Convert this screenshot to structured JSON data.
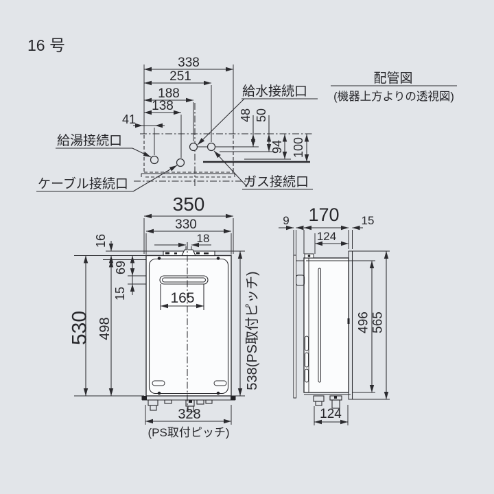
{
  "header": {
    "model": "16 号"
  },
  "piping": {
    "title": "配管図",
    "subtitle": "(機器上方よりの透視図)",
    "labels": {
      "water_supply": "給水接続口",
      "hot_water": "給湯接続口",
      "cable": "ケーブル接続口",
      "gas": "ガス接続口"
    },
    "dims": {
      "overall_width": "338",
      "gas_offset": "251",
      "water_offset": "188",
      "cable_offset": "138",
      "hot_water_offset": "41",
      "water_depth": "48",
      "gas_depth": "50",
      "hot_water_depth": "94",
      "cable_depth": "100"
    }
  },
  "front_view": {
    "dims": {
      "overall_width": "350",
      "body_width": "330",
      "exhaust_offset": "18",
      "bracket_height": "16",
      "louver_top": "69",
      "louver_height": "15",
      "louver_width": "165",
      "overall_height": "530",
      "panel_height": "498",
      "ps_pitch_height": "538(PS取付ピッチ)",
      "mount_pitch_width": "328"
    },
    "caption_ps_pitch": "(PS取付ピッチ)"
  },
  "side_view": {
    "dims": {
      "front_gap": "9",
      "depth": "170",
      "rear_gap": "15",
      "body_depth_top": "124",
      "panel_height": "496",
      "overall_height": "565",
      "body_depth_bottom": "124"
    }
  },
  "colors": {
    "background": "#e2e5e9",
    "line": "#2b2b2f",
    "text": "#27272b",
    "body_fill": "#fbfcfd"
  }
}
